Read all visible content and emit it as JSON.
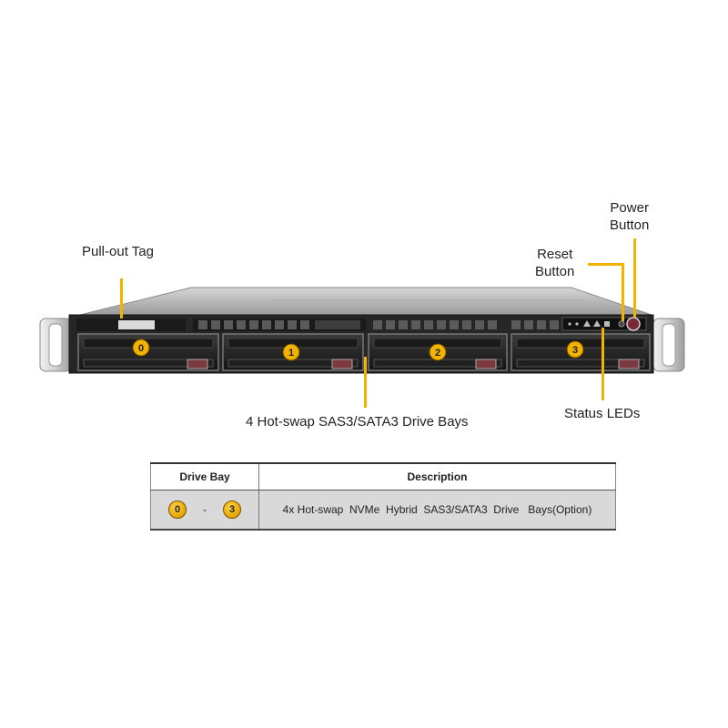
{
  "callouts": {
    "pullout_tag": "Pull-out  Tag",
    "reset_button": [
      "Reset",
      "Button"
    ],
    "power_button": [
      "Power",
      "Button"
    ],
    "drive_bays": "4 Hot-swap  SAS3/SATA3 Drive Bays",
    "status_leds": "Status  LEDs"
  },
  "drive_bays": [
    {
      "label": "0"
    },
    {
      "label": "1"
    },
    {
      "label": "2"
    },
    {
      "label": "3"
    }
  ],
  "table": {
    "headers": {
      "drive_bay": "Drive Bay",
      "description": "Description"
    },
    "row": {
      "bay_from": "0",
      "separator": "-",
      "bay_to": "3",
      "description": "4x Hot-swap  NVMe  Hybrid  SAS3/SATA3  Drive   Bays(Option)"
    }
  },
  "colors": {
    "badge": "#f2b300",
    "leader": "#f2b300",
    "chassis_top": "#b9b9b9",
    "front_panel": "#2a2a2a"
  }
}
